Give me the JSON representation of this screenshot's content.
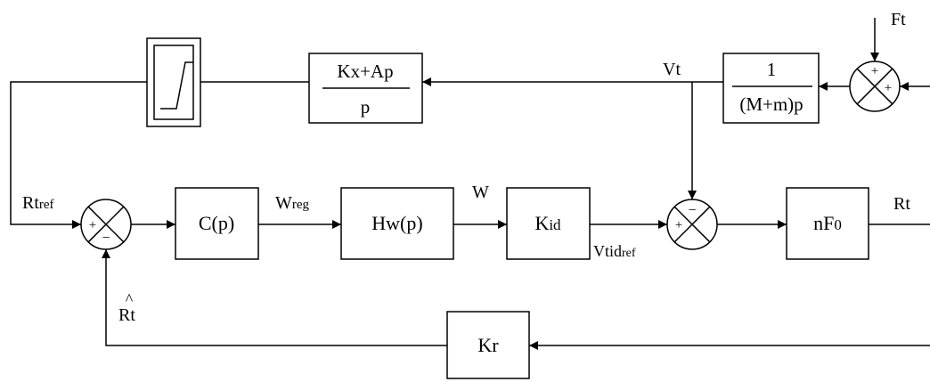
{
  "blocks": {
    "limiter": {
      "icon": "saturation-icon"
    },
    "controller_k": {
      "numerator": "Kx+Ap",
      "denominator": "p"
    },
    "plant": {
      "numerator": "1",
      "denominator": "(M+m)p"
    },
    "c": {
      "label": "C(p)"
    },
    "hw": {
      "label": "Hw(p)"
    },
    "kid": {
      "label": "K",
      "sub": "id"
    },
    "nf0": {
      "label": "nF",
      "sub": "0"
    },
    "kr": {
      "label": "Kr"
    }
  },
  "signals": {
    "ft": "Ft",
    "vt": "Vt",
    "rtref": {
      "main": "Rt",
      "sub": "ref"
    },
    "wreg": {
      "main": "W",
      "sub": "reg"
    },
    "w": "W",
    "vtidref": {
      "main": "Vtid",
      "sub": "ref"
    },
    "rt": "Rt",
    "rthat": "Rt",
    "rthat_accent": "^"
  },
  "signs": {
    "sum_top_top": "+",
    "sum_top_right": "+",
    "sum_left_left": "+",
    "sum_left_bottom": "−",
    "sum_mid_top": "−",
    "sum_mid_left": "+"
  },
  "colors": {
    "stroke": "#000000",
    "background": "#ffffff"
  }
}
